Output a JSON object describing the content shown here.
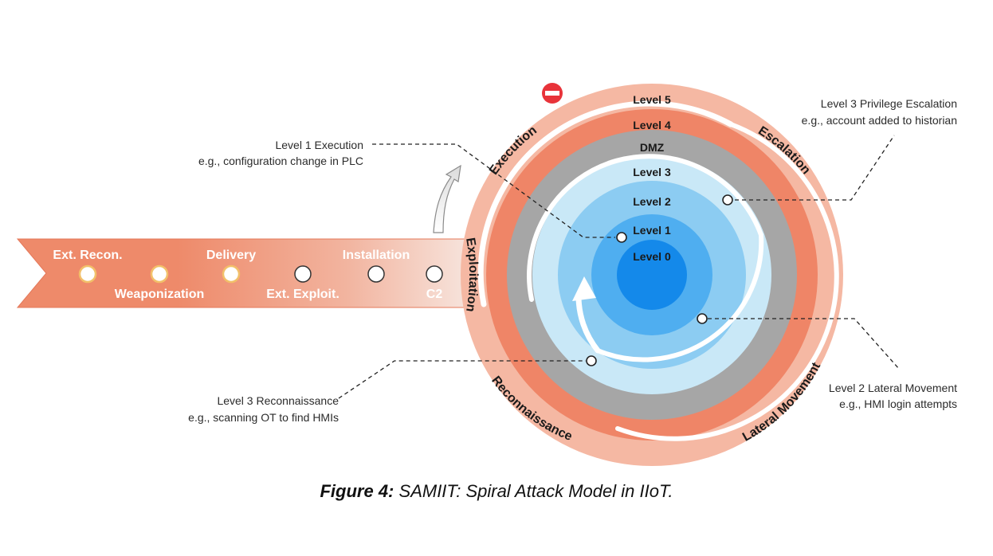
{
  "kill_chain": {
    "stages": [
      "Ext. Recon.",
      "Weaponization",
      "Delivery",
      "Ext. Exploit.",
      "Installation",
      "C2"
    ]
  },
  "rings": {
    "level5": "Level 5",
    "level4": "Level 4",
    "dmz": "DMZ",
    "level3": "Level 3",
    "level2": "Level 2",
    "level1": "Level 1",
    "level0": "Level 0"
  },
  "phases": {
    "execution": "Execution",
    "escalation": "Escalation",
    "exploitation": "Exploitation",
    "reconnaissance": "Reconnaissance",
    "lateral_movement": "Lateral Movement"
  },
  "annotations": {
    "l1_exec_title": "Level 1 Execution",
    "l1_exec_example": "e.g., configuration change in PLC",
    "l3_priv_title": "Level 3 Privilege Escalation",
    "l3_priv_example": "e.g., account added to historian",
    "l3_recon_title": "Level 3 Reconnaissance",
    "l3_recon_example": "e.g., scanning OT to find HMIs",
    "l2_lat_title": "Level 2 Lateral Movement",
    "l2_lat_example": "e.g., HMI login attempts"
  },
  "stop_icon": "no-entry-icon",
  "caption": {
    "label": "Figure 4:",
    "text": "SAMIIT: Spiral Attack Model in IIoT."
  },
  "colors": {
    "outer_ring": "#f5b8a3",
    "orange_ring": "#ef8567",
    "dmz_ring": "#a6a6a6",
    "level3": "#c9e8f7",
    "level2": "#8cccf2",
    "level1": "#4faef0",
    "level0": "#1489ea",
    "stop": "#e8333a"
  }
}
